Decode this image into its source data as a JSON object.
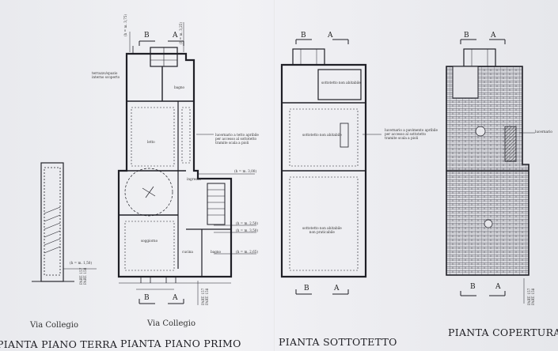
{
  "titles": {
    "ground": "PIANTA PIANO TERRA",
    "first": "PIANTA PIANO PRIMO",
    "attic": "PIANTA SOTTOTETTO",
    "roof": "PIANTA COPERTURA"
  },
  "street": {
    "ground": "Via Collegio",
    "first": "Via Collegio"
  },
  "section_marks": {
    "a": "A",
    "b": "B"
  },
  "ground_floor": {
    "level": "(h = m. 1,50)",
    "parcel": "PART. 157\nPART. 158"
  },
  "first_floor": {
    "rooms": {
      "terrace": "terrazzo/spazio\ninterno scoperto",
      "bathroom": "bagno",
      "bedroom": "letto",
      "living": "ingresso",
      "kitchen": "soggiorno",
      "storage": "cucina",
      "wc": "bagno"
    },
    "notes": {
      "skylight": "lucernario a tetto apribile\nper accesso al sottotetto\ntramite scala a pioli"
    },
    "levels": {
      "top": "(h = m. 3,75)",
      "top2": "(h = m. 3,25)",
      "mid": "(h = m. 3,00)",
      "low1": "(h = m. 2,50)",
      "low2": "(h = m. 3,50)",
      "low3": "(h = m. 2,65)"
    },
    "parcel": "PART. 157\nPART. 158"
  },
  "attic": {
    "rooms": {
      "upper": "sottotetto non abitabile",
      "middle": "sottotetto non abitabile",
      "lower": "sottotetto non abitabile\nnon praticabile"
    },
    "note": "lucernario a pavimento apribile\nper accesso al sottotetto\ntramite scala a pioli"
  },
  "roof": {
    "note": "lucernario",
    "parcel": "PART. 157\nPART. 158"
  }
}
